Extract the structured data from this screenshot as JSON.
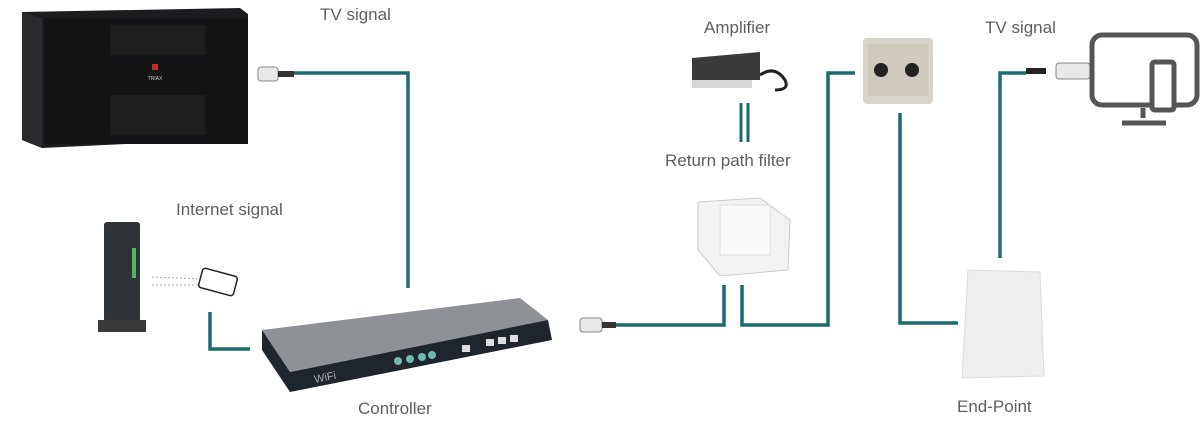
{
  "labels": {
    "tv_signal_left": "TV signal",
    "internet_signal": "Internet signal",
    "amplifier": "Amplifier",
    "return_path_filter": "Return path filter",
    "controller": "Controller",
    "tv_signal_right": "TV signal",
    "end_point": "End-Point"
  },
  "devices": {
    "headend_brand": "TRIAX",
    "controller_brand": "WiFi"
  },
  "colors": {
    "wire": "#1a6b70",
    "label": "#5f5f5f",
    "tv_icon": "#555555"
  }
}
